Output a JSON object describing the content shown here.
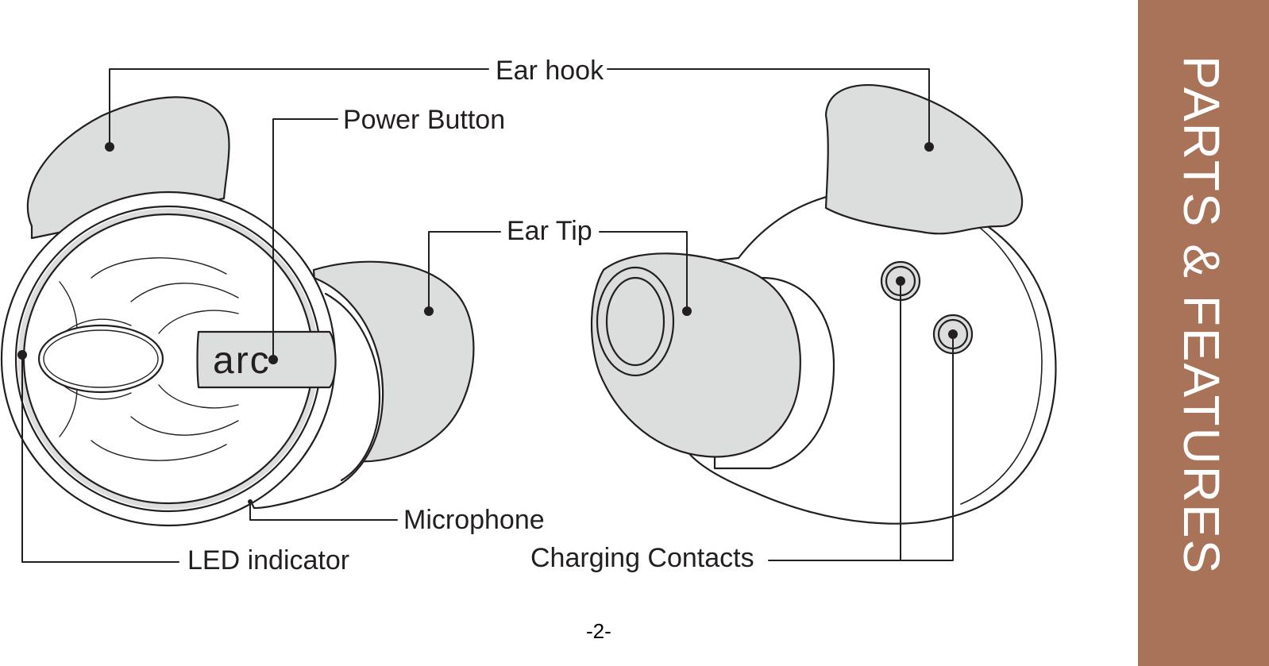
{
  "labels": {
    "ear_hook": "Ear hook",
    "power_button": "Power Button",
    "ear_tip": "Ear Tip",
    "microphone": "Microphone",
    "led_indicator": "LED indicator",
    "charging_contacts": "Charging Contacts"
  },
  "brand_logo": "arc",
  "page_number": "-2-",
  "section_title": "PARTS & FEATURES",
  "colors": {
    "tab_background": "#a87358",
    "part_fill": "#dcdddd",
    "outline": "#231f20"
  }
}
